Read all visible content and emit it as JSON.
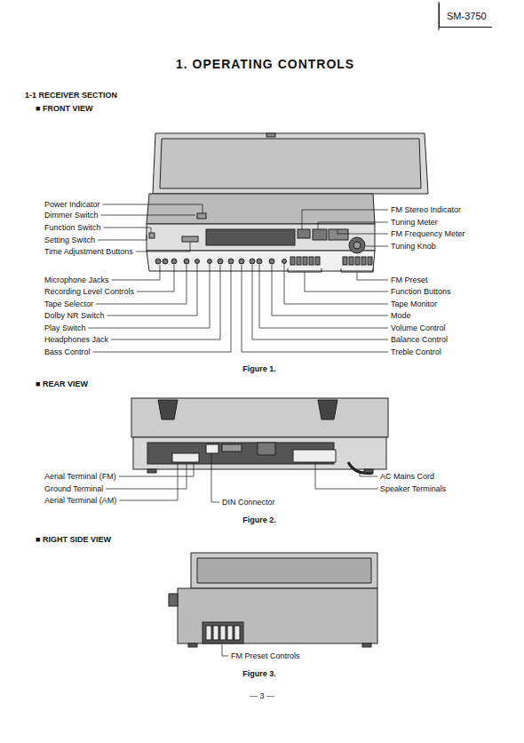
{
  "diagram": {
    "title": "1. OPERATING CONTROLS",
    "nodes": [
      {
        "text": [
          "SM-3750"
        ]
      }
    ],
    "labels": [
      "1-1 RECEIVER SECTION",
      "■ FRONT VIEW",
      "Power Indicator",
      "Dimmer Switch",
      "Function Switch",
      "Setting Switch",
      "Time Adjustment Buttons",
      "Microphone Jacks",
      "Recording Level Controls",
      "Tape Selector",
      "Dolby NR Switch",
      "Play Switch",
      "Headphones Jack",
      "Bass Control",
      "FM Stereo Indicator",
      "Tuning Meter",
      "FM Frequency Meter",
      "Tuning Knob",
      "FM Preset",
      "Function Buttons",
      "Tape Monitor",
      "Mode",
      "Volume Control",
      "Balance Control",
      "Treble Control",
      "Figure 1.",
      "■ REAR VIEW",
      "Aerial Terminal (FM)",
      "Ground Terminal",
      "Aerial Terminal (AM)",
      "DIN Connector",
      "AC Mains Cord",
      "Speaker Terminals",
      "Figure 2.",
      "■ RIGHT SIDE VIEW",
      "FM Preset Controls",
      "Figure 3.",
      "— 3 —"
    ]
  }
}
